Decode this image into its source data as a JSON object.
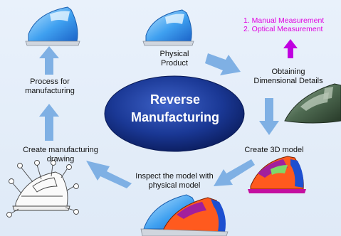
{
  "center": {
    "line1": "Reverse",
    "line2": "Manufacturing"
  },
  "steps": {
    "physical_product": {
      "line1": "Physical",
      "line2": "Product"
    },
    "obtaining": {
      "line1": "Obtaining",
      "line2": "Dimensional Details"
    },
    "create_3d": {
      "line1": "Create 3D model"
    },
    "inspect": {
      "line1": "Inspect the model with",
      "line2": "physical model"
    },
    "drawing": {
      "line1": "Create manufacturing",
      "line2": "drawing"
    },
    "process": {
      "line1": "Process for",
      "line2": "manufacturing"
    }
  },
  "methods": {
    "item1": "1. Manual Measurement",
    "item2": "2. Optical Measurement"
  },
  "colors": {
    "arrow": "#7fb0e4",
    "ellipse": "#16358f",
    "method_text": "#e000e0",
    "background": "#e4eef9"
  }
}
